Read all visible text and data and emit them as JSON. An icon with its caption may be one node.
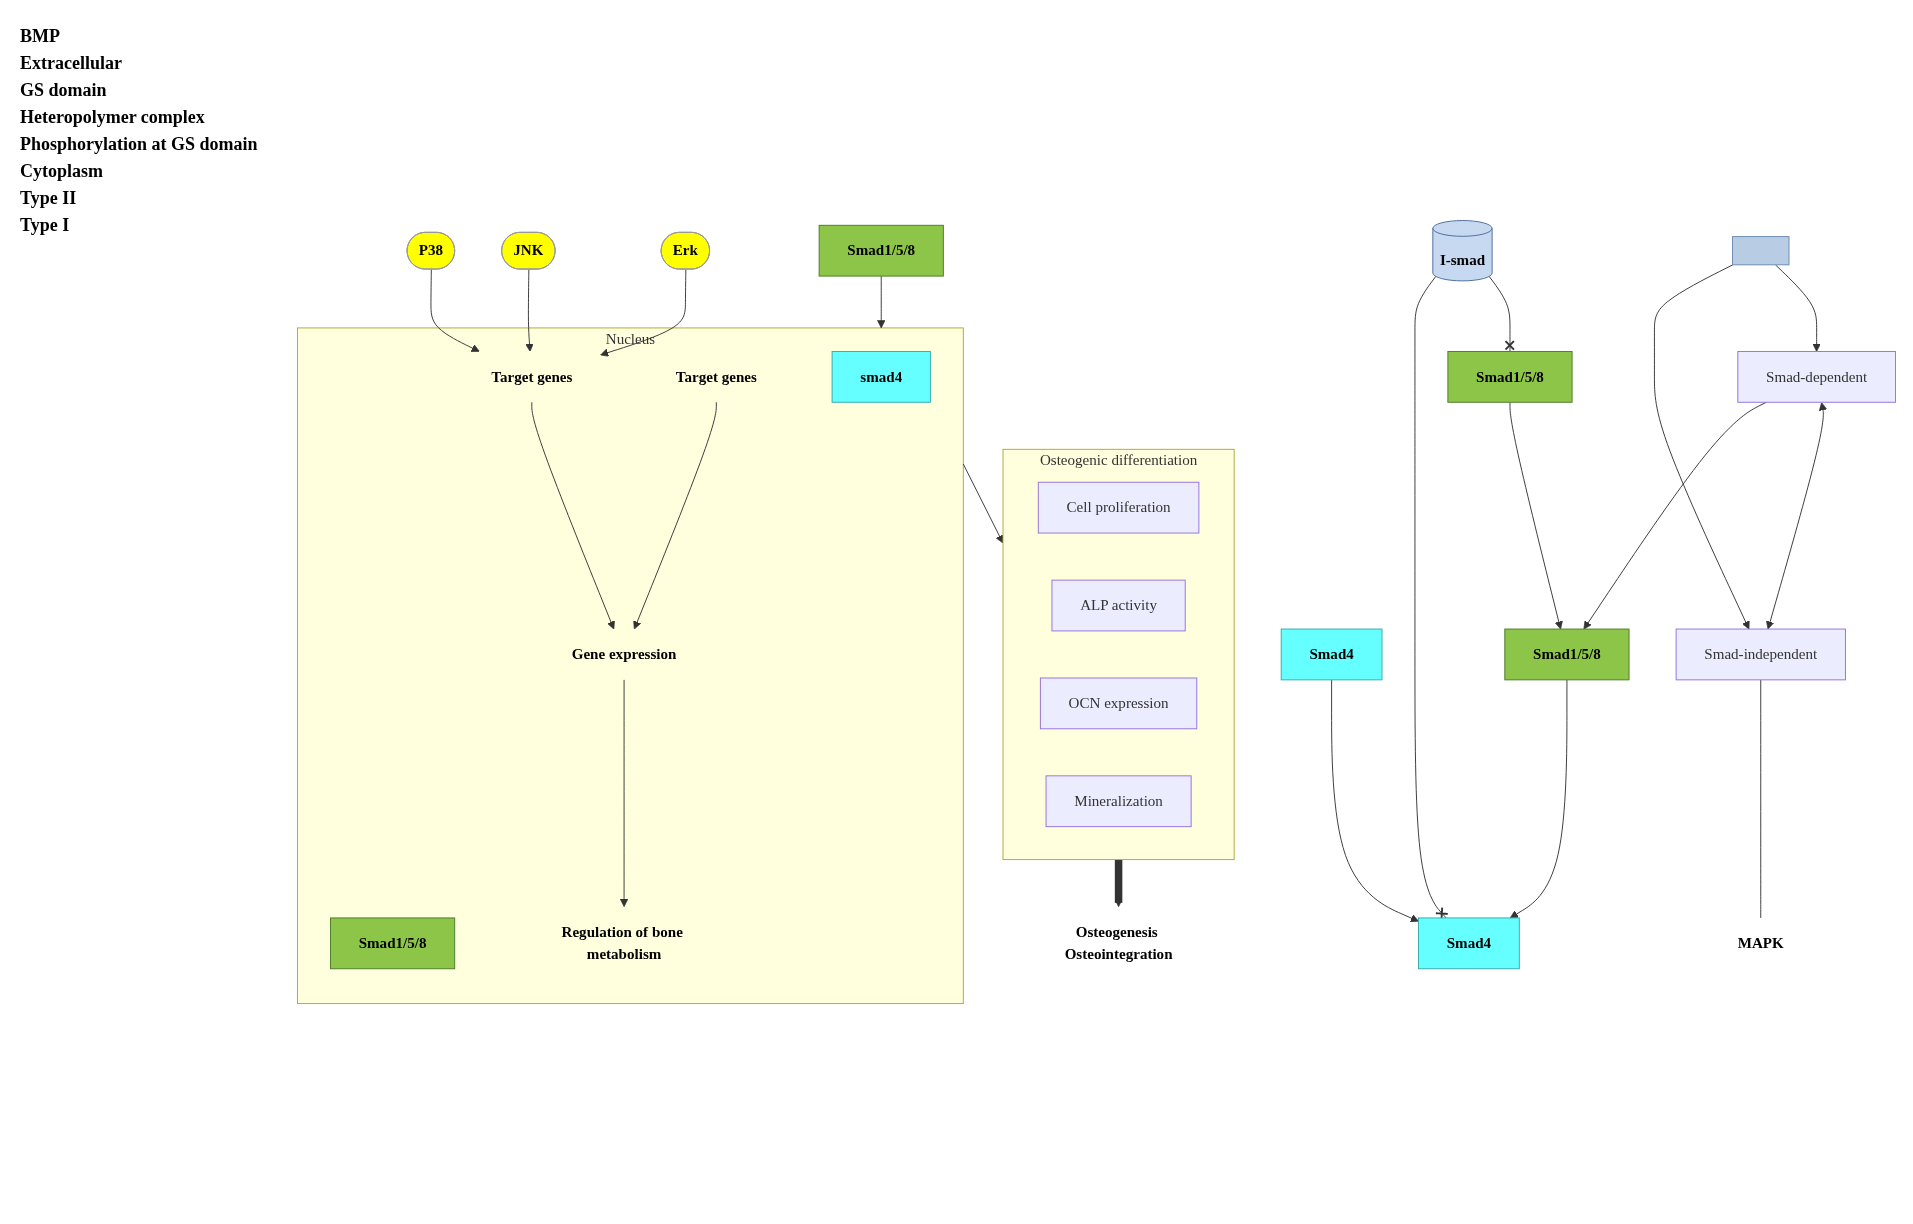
{
  "diagram": {
    "nodes": [
      {
        "text": [],
        "shape": "box"
      },
      {
        "text": [
          "Smad-dependent"
        ]
      },
      {
        "text": [
          "Smad-independent"
        ]
      },
      {
        "text": [
          "Smad1/5/8"
        ]
      },
      {
        "text": [
          "Smad1/5/8"
        ]
      },
      {
        "text": [
          "Smad4"
        ]
      },
      {
        "text": [
          "I-smad"
        ]
      },
      {
        "text": [
          "Smad4"
        ]
      },
      {
        "text": [
          "Smad1/5/8"
        ]
      },
      {
        "text": [
          "MAPK"
        ]
      },
      {
        "text": [
          "Erk"
        ]
      },
      {
        "text": [
          "JNK"
        ]
      },
      {
        "text": [
          "P38"
        ]
      },
      {
        "text": [
          "Nucleus"
        ]
      },
      {
        "text": [
          "smad4"
        ],
        "in": 13
      },
      {
        "text": [
          "Smad1/5/8"
        ],
        "in": 13
      },
      {
        "text": [
          "Target genes"
        ],
        "in": 13
      },
      {
        "text": [
          "Gene expression"
        ],
        "in": 13
      },
      {
        "text": [
          "Regulation of bone metabolism"
        ],
        "in": 13
      },
      {
        "text": [
          "Target genes"
        ],
        "in": 13
      },
      {
        "text": [
          "Osteogenic differentiation"
        ]
      },
      {
        "text": [
          "Cell proliferation"
        ],
        "in": 20
      },
      {
        "text": [
          "ALP activity"
        ],
        "in": 20
      },
      {
        "text": [
          "OCN expression"
        ],
        "in": 20
      },
      {
        "text": [
          "Mineralization"
        ],
        "in": 20
      },
      {
        "text": [
          "Osteogenesis Osteointegration"
        ]
      }
    ],
    "edges": [
      {
        "from": 0,
        "to": 1,
        "arrow": "to"
      },
      {
        "from": 0,
        "to": 2,
        "arrow": "to"
      },
      {
        "from": 1,
        "to": 2,
        "arrow": "both"
      },
      {
        "from": 1,
        "to": 4,
        "arrow": "to"
      },
      {
        "from": 3,
        "to": 4,
        "arrow": "to"
      },
      {
        "from": 4,
        "to": 7,
        "arrow": "to"
      },
      {
        "from": 5,
        "to": 7,
        "arrow": "to"
      },
      {
        "from": 6,
        "to": 3,
        "arrow": "other"
      },
      {
        "from": 6,
        "to": 7,
        "arrow": "other"
      },
      {
        "from": 8,
        "to": 13,
        "arrow": "to"
      },
      {
        "from": 2,
        "to": 9,
        "arrow": "none"
      },
      {
        "from": 10,
        "to": 19,
        "arrow": "to"
      },
      {
        "from": 11,
        "to": 19,
        "arrow": "to"
      },
      {
        "from": 12,
        "to": 19,
        "arrow": "to"
      },
      {
        "from": 16,
        "to": 17,
        "arrow": "to"
      },
      {
        "from": 19,
        "to": 17,
        "arrow": "to"
      },
      {
        "from": 17,
        "to": 18,
        "arrow": "to"
      },
      {
        "from": 13,
        "to": 20,
        "arrow": "to"
      },
      {
        "from": 20,
        "to": 25,
        "arrow": "to",
        "style": "thick"
      }
    ],
    "labels": [
      "BMP",
      "Extracellular",
      "GS domain",
      "Heteropolymer complex",
      "Phosphorylation at GS domain",
      "Cytoplasm",
      "Type II",
      "Type I"
    ]
  }
}
